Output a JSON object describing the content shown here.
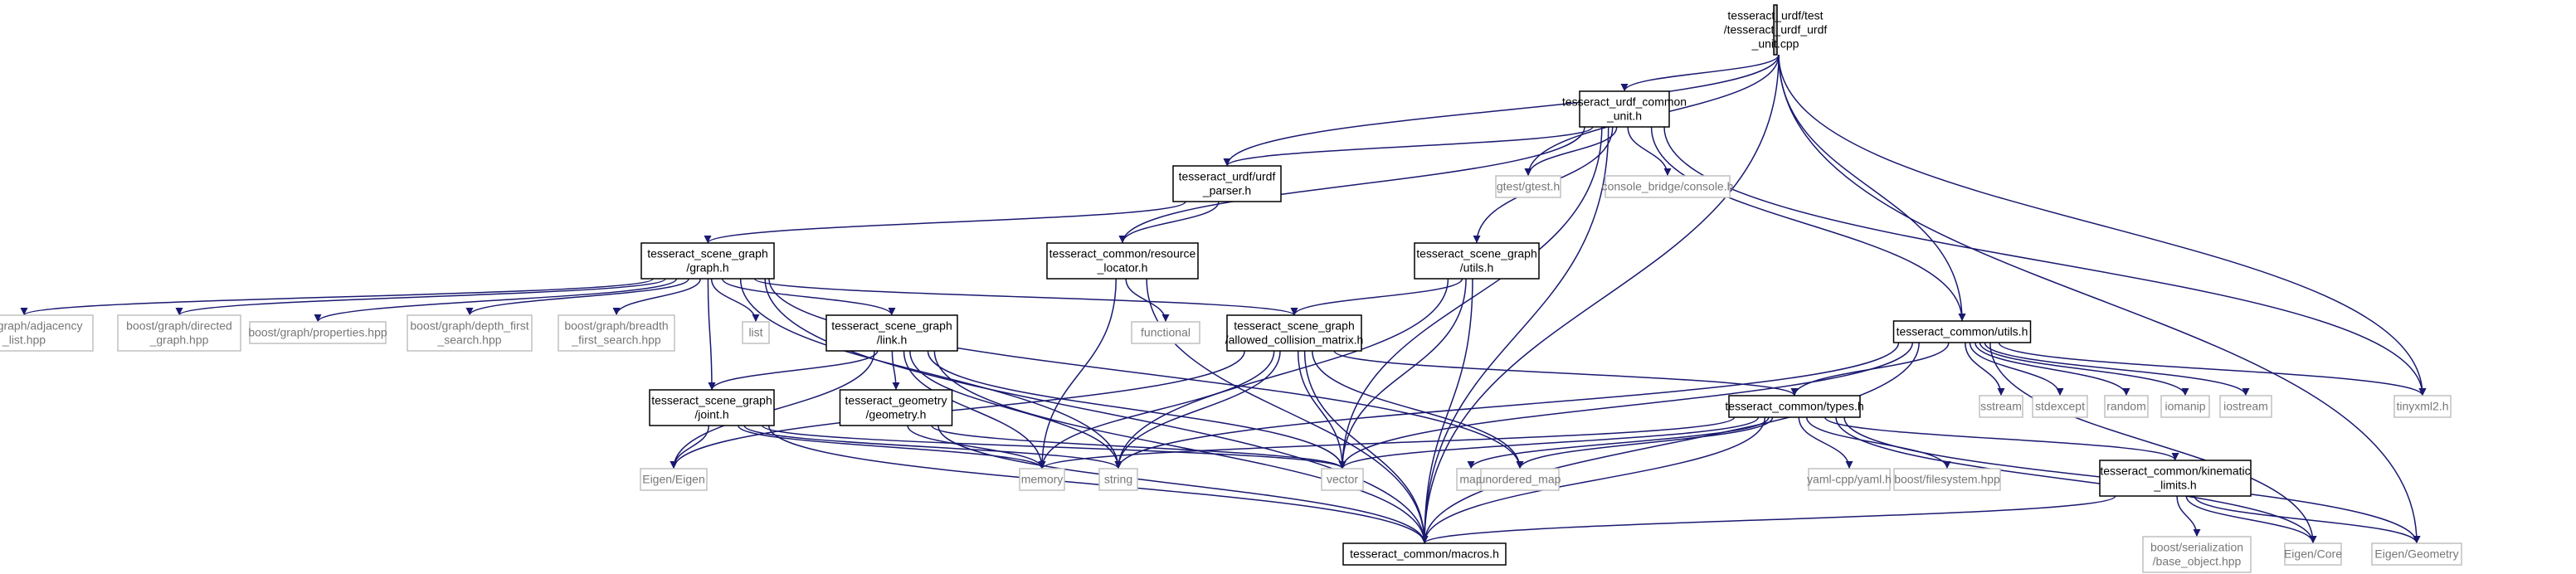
{
  "colors": {
    "edge": "#191970",
    "root_fill": "#bfbfbf",
    "border": "#000000",
    "system_border": "#c0c0c0",
    "system_text": "#777777"
  },
  "nodes": [
    {
      "id": "root",
      "kind": "root",
      "lines": [
        "tesseract_urdf/test",
        "/tesseract_urdf_urdf",
        "_unit.cpp"
      ]
    },
    {
      "id": "common_unit",
      "kind": "inc",
      "lines": [
        "tesseract_urdf_common",
        "_unit.h"
      ]
    },
    {
      "id": "urdf_parser",
      "kind": "inc",
      "lines": [
        "tesseract_urdf/urdf",
        "_parser.h"
      ]
    },
    {
      "id": "gtest",
      "kind": "sys",
      "lines": [
        "gtest/gtest.h"
      ]
    },
    {
      "id": "console",
      "kind": "sys",
      "lines": [
        "console_bridge/console.h"
      ]
    },
    {
      "id": "graph_h",
      "kind": "inc",
      "lines": [
        "tesseract_scene_graph",
        "/graph.h"
      ]
    },
    {
      "id": "resource_locator",
      "kind": "inc",
      "lines": [
        "tesseract_common/resource",
        "_locator.h"
      ]
    },
    {
      "id": "sg_utils",
      "kind": "inc",
      "lines": [
        "tesseract_scene_graph",
        "/utils.h"
      ]
    },
    {
      "id": "common_utils",
      "kind": "inc",
      "lines": [
        "tesseract_common/utils.h"
      ]
    },
    {
      "id": "adjacency",
      "kind": "sys",
      "lines": [
        "boost/graph/adjacency",
        "_list.hpp"
      ]
    },
    {
      "id": "directed",
      "kind": "sys",
      "lines": [
        "boost/graph/directed",
        "_graph.hpp"
      ]
    },
    {
      "id": "properties",
      "kind": "sys",
      "lines": [
        "boost/graph/properties.hpp"
      ]
    },
    {
      "id": "dfs",
      "kind": "sys",
      "lines": [
        "boost/graph/depth_first",
        "_search.hpp"
      ]
    },
    {
      "id": "bfs",
      "kind": "sys",
      "lines": [
        "boost/graph/breadth",
        "_first_search.hpp"
      ]
    },
    {
      "id": "list",
      "kind": "sys",
      "lines": [
        "list"
      ]
    },
    {
      "id": "link_h",
      "kind": "inc",
      "lines": [
        "tesseract_scene_graph",
        "/link.h"
      ]
    },
    {
      "id": "functional",
      "kind": "sys",
      "lines": [
        "functional"
      ]
    },
    {
      "id": "acm",
      "kind": "inc",
      "lines": [
        "tesseract_scene_graph",
        "/allowed_collision_matrix.h"
      ]
    },
    {
      "id": "sstream",
      "kind": "sys",
      "lines": [
        "sstream"
      ]
    },
    {
      "id": "stdexcept",
      "kind": "sys",
      "lines": [
        "stdexcept"
      ]
    },
    {
      "id": "random",
      "kind": "sys",
      "lines": [
        "random"
      ]
    },
    {
      "id": "iomanip",
      "kind": "sys",
      "lines": [
        "iomanip"
      ]
    },
    {
      "id": "iostream",
      "kind": "sys",
      "lines": [
        "iostream"
      ]
    },
    {
      "id": "tinyxml2",
      "kind": "sys",
      "lines": [
        "tinyxml2.h"
      ]
    },
    {
      "id": "geometry_h",
      "kind": "inc",
      "lines": [
        "tesseract_geometry",
        "/geometry.h"
      ]
    },
    {
      "id": "joint_h",
      "kind": "inc",
      "lines": [
        "tesseract_scene_graph",
        "/joint.h"
      ]
    },
    {
      "id": "types_h",
      "kind": "inc",
      "lines": [
        "tesseract_common/types.h"
      ]
    },
    {
      "id": "eigen_eigen",
      "kind": "sys",
      "lines": [
        "Eigen/Eigen"
      ]
    },
    {
      "id": "memory",
      "kind": "sys",
      "lines": [
        "memory"
      ]
    },
    {
      "id": "string",
      "kind": "sys",
      "lines": [
        "string"
      ]
    },
    {
      "id": "vector",
      "kind": "sys",
      "lines": [
        "vector"
      ]
    },
    {
      "id": "map",
      "kind": "sys",
      "lines": [
        "map"
      ]
    },
    {
      "id": "unordered_map",
      "kind": "sys",
      "lines": [
        "unordered_map"
      ]
    },
    {
      "id": "yaml",
      "kind": "sys",
      "lines": [
        "yaml-cpp/yaml.h"
      ]
    },
    {
      "id": "filesystem",
      "kind": "sys",
      "lines": [
        "boost/filesystem.hpp"
      ]
    },
    {
      "id": "kinematic_limits",
      "kind": "inc",
      "lines": [
        "tesseract_common/kinematic",
        "_limits.h"
      ]
    },
    {
      "id": "serialization",
      "kind": "sys",
      "lines": [
        "boost/serialization",
        "/base_object.hpp"
      ]
    },
    {
      "id": "eigen_core",
      "kind": "sys",
      "lines": [
        "Eigen/Core"
      ]
    },
    {
      "id": "eigen_geometry",
      "kind": "sys",
      "lines": [
        "Eigen/Geometry"
      ]
    },
    {
      "id": "macros",
      "kind": "inc",
      "lines": [
        "tesseract_common/macros.h"
      ]
    }
  ],
  "edges": [
    [
      "root",
      "common_unit"
    ],
    [
      "root",
      "urdf_parser"
    ],
    [
      "root",
      "gtest"
    ],
    [
      "root",
      "common_utils"
    ],
    [
      "root",
      "tinyxml2"
    ],
    [
      "root",
      "macros"
    ],
    [
      "root",
      "eigen_geometry"
    ],
    [
      "common_unit",
      "urdf_parser"
    ],
    [
      "common_unit",
      "gtest"
    ],
    [
      "common_unit",
      "console"
    ],
    [
      "common_unit",
      "resource_locator"
    ],
    [
      "common_unit",
      "sg_utils"
    ],
    [
      "common_unit",
      "common_utils"
    ],
    [
      "common_unit",
      "tinyxml2"
    ],
    [
      "common_unit",
      "vector"
    ],
    [
      "common_unit",
      "macros"
    ],
    [
      "urdf_parser",
      "graph_h"
    ],
    [
      "urdf_parser",
      "resource_locator"
    ],
    [
      "graph_h",
      "adjacency"
    ],
    [
      "graph_h",
      "directed"
    ],
    [
      "graph_h",
      "properties"
    ],
    [
      "graph_h",
      "dfs"
    ],
    [
      "graph_h",
      "bfs"
    ],
    [
      "graph_h",
      "list"
    ],
    [
      "graph_h",
      "link_h"
    ],
    [
      "graph_h",
      "joint_h"
    ],
    [
      "graph_h",
      "acm"
    ],
    [
      "graph_h",
      "string"
    ],
    [
      "graph_h",
      "unordered_map"
    ],
    [
      "graph_h",
      "macros"
    ],
    [
      "resource_locator",
      "functional"
    ],
    [
      "resource_locator",
      "memory"
    ],
    [
      "resource_locator",
      "macros"
    ],
    [
      "sg_utils",
      "acm"
    ],
    [
      "sg_utils",
      "string"
    ],
    [
      "sg_utils",
      "vector"
    ],
    [
      "sg_utils",
      "macros"
    ],
    [
      "common_utils",
      "sstream"
    ],
    [
      "common_utils",
      "stdexcept"
    ],
    [
      "common_utils",
      "random"
    ],
    [
      "common_utils",
      "iomanip"
    ],
    [
      "common_utils",
      "iostream"
    ],
    [
      "common_utils",
      "tinyxml2"
    ],
    [
      "common_utils",
      "types_h"
    ],
    [
      "common_utils",
      "string"
    ],
    [
      "common_utils",
      "vector"
    ],
    [
      "common_utils",
      "eigen_core"
    ],
    [
      "common_utils",
      "macros"
    ],
    [
      "link_h",
      "geometry_h"
    ],
    [
      "link_h",
      "joint_h"
    ],
    [
      "link_h",
      "eigen_eigen"
    ],
    [
      "link_h",
      "memory"
    ],
    [
      "link_h",
      "string"
    ],
    [
      "link_h",
      "vector"
    ],
    [
      "link_h",
      "macros"
    ],
    [
      "acm",
      "types_h"
    ],
    [
      "acm",
      "eigen_eigen"
    ],
    [
      "acm",
      "memory"
    ],
    [
      "acm",
      "string"
    ],
    [
      "acm",
      "vector"
    ],
    [
      "acm",
      "unordered_map"
    ],
    [
      "acm",
      "macros"
    ],
    [
      "geometry_h",
      "memory"
    ],
    [
      "geometry_h",
      "vector"
    ],
    [
      "geometry_h",
      "macros"
    ],
    [
      "joint_h",
      "eigen_eigen"
    ],
    [
      "joint_h",
      "memory"
    ],
    [
      "joint_h",
      "string"
    ],
    [
      "joint_h",
      "vector"
    ],
    [
      "joint_h",
      "macros"
    ],
    [
      "types_h",
      "vector"
    ],
    [
      "types_h",
      "memory"
    ],
    [
      "types_h",
      "map"
    ],
    [
      "types_h",
      "unordered_map"
    ],
    [
      "types_h",
      "yaml"
    ],
    [
      "types_h",
      "filesystem"
    ],
    [
      "types_h",
      "kinematic_limits"
    ],
    [
      "types_h",
      "eigen_core"
    ],
    [
      "types_h",
      "eigen_geometry"
    ],
    [
      "types_h",
      "macros"
    ],
    [
      "kinematic_limits",
      "serialization"
    ],
    [
      "kinematic_limits",
      "eigen_core"
    ],
    [
      "kinematic_limits",
      "eigen_geometry"
    ],
    [
      "kinematic_limits",
      "macros"
    ]
  ]
}
